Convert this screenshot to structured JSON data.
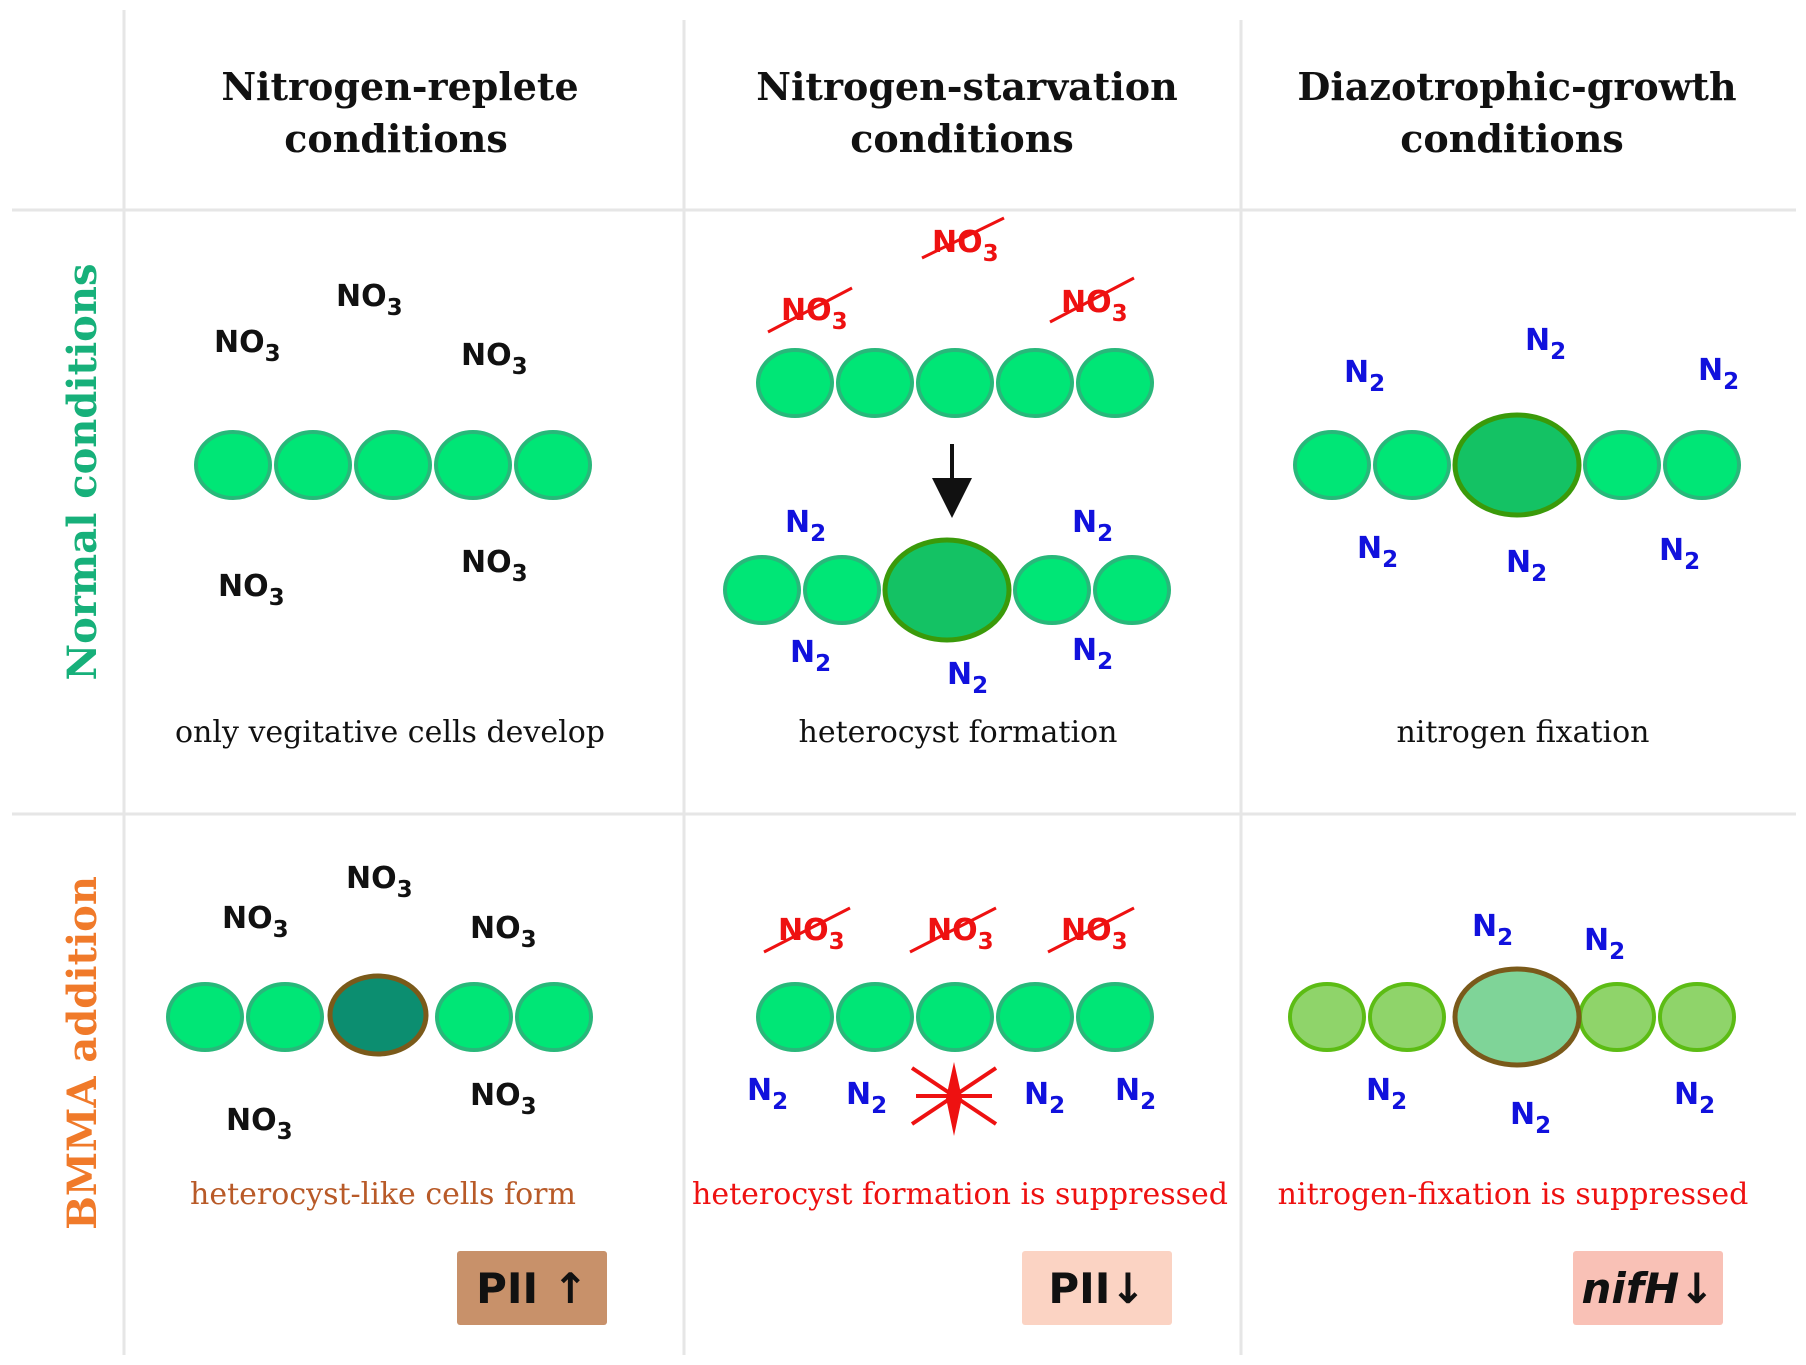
{
  "columns": [
    {
      "line1": "Nitrogen-replete",
      "line2": "conditions"
    },
    {
      "line1": "Nitrogen-starvation",
      "line2": "conditions"
    },
    {
      "line1": "Diazotrophic-growth",
      "line2": "conditions"
    }
  ],
  "rows": [
    {
      "label": "Normal conditions",
      "color": "#17b07a"
    },
    {
      "label": "BMMA addition",
      "color": "#f07a2a"
    }
  ],
  "molecules": {
    "nitrate": {
      "base": "NO",
      "sub": "3"
    },
    "nitrogen": {
      "base": "N",
      "sub": "2"
    }
  },
  "captions": {
    "normal": [
      "only vegitative cells develop",
      "heterocyst formation",
      "nitrogen fixation"
    ],
    "bmma": [
      "heterocyst-like cells form",
      "heterocyst formation is suppressed",
      "nitrogen-fixation is suppressed"
    ]
  },
  "badges": [
    {
      "text": "PII ↑",
      "bg": "#c8916a"
    },
    {
      "text": "PII↓",
      "bg": "#fbd3c3"
    },
    {
      "text": "nifH↓",
      "bg": "#f9c1b6"
    }
  ],
  "colors": {
    "vegetative_cell": "#00e676",
    "vegetative_stroke": "#28b87a",
    "heterocyst": "#14c264",
    "heterocyst_stroke": "#3a9a0a",
    "heterocyst_like": "#0c8e70",
    "heterocyst_like_stroke": "#7a5a1a",
    "suppressed_cell": "#8fd46a",
    "suppressed_stroke": "#5cbc14",
    "suppressed_heterocyst": "#7fd498",
    "suppressed_heterocyst_stroke": "#7a5a1a",
    "normal_text": "#111111",
    "removed_nitrate": "#ee1111",
    "n2_text": "#1111dd",
    "bmma_caption_1": "#b85a28",
    "bmma_caption_2": "#ee1111"
  }
}
